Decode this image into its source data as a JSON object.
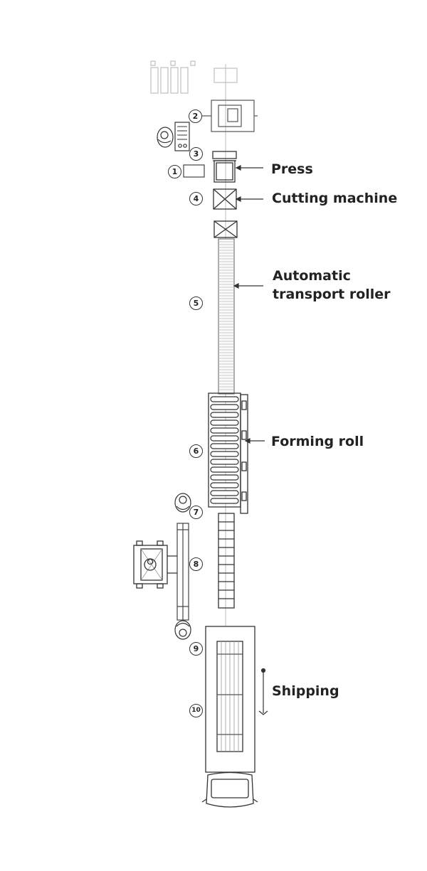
{
  "labels": {
    "press": "Press",
    "cutting_machine": "Cutting machine",
    "automatic_transport_roller_line1": "Automatic",
    "automatic_transport_roller_line2": "transport roller",
    "forming_roll": "Forming roll",
    "shipping": "Shipping"
  },
  "step_numbers": [
    "1",
    "2",
    "3",
    "4",
    "5",
    "6",
    "7",
    "8",
    "9",
    "10"
  ],
  "colors": {
    "line": "#333333",
    "faded": "#bdbdbd",
    "text": "#222222"
  }
}
